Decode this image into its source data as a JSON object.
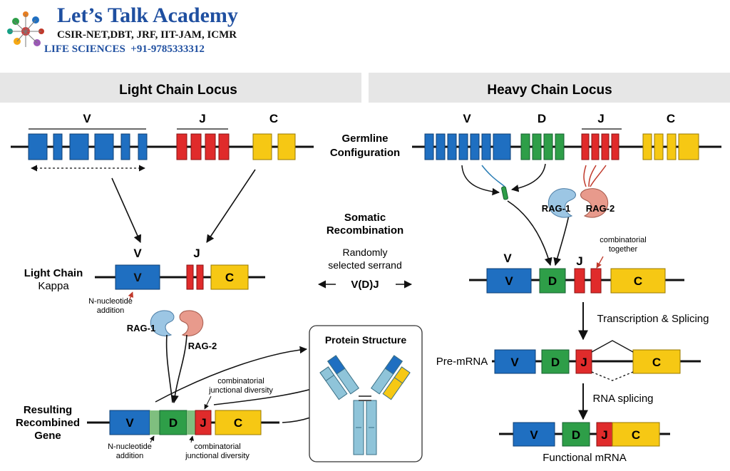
{
  "header": {
    "title": "Let’s Talk Academy",
    "subtitle": "CSIR-NET,DBT, JRF, IIT-JAM, ICMR",
    "tagline": "LIFE SCIENCES  +91-9785333312"
  },
  "panels": {
    "light": "Light Chain Locus",
    "heavy": "Heavy Chain Locus"
  },
  "light_germline": {
    "v": "V",
    "j": "J",
    "c": "C"
  },
  "heavy_germline": {
    "v": "V",
    "d": "D",
    "j": "J",
    "c": "C"
  },
  "center": {
    "germline_l1": "Germline",
    "germline_l2": "Configuration",
    "somatic_l1": "Somatic",
    "somatic_l2": "Recombination",
    "random_l1": "Randomly",
    "random_l2": "selected serrand",
    "vdj": "V(D)J"
  },
  "light_kappa": {
    "label_l1": "Light Chain",
    "label_l2": "Kappa",
    "v_top": "V",
    "j_top": "J",
    "v": "V",
    "c": "C",
    "n_nuc_l1": "N-nucleotide",
    "n_nuc_l2": "addition",
    "rag1": "RAG-1",
    "rag2": "RAG-2"
  },
  "recombined": {
    "label_l1": "Resulting",
    "label_l2": "Recombined",
    "label_l3": "Gene",
    "v": "V",
    "d": "D",
    "j": "J",
    "c": "C",
    "comb_l1": "combinatorial",
    "comb_l2": "junctional diversity",
    "n_nuc_l1": "N-nucleotide",
    "n_nuc_l2": "addition",
    "comb_bottom_l1": "combinatorial",
    "comb_bottom_l2": "junctional diversity"
  },
  "protein": {
    "title": "Protein Structure"
  },
  "heavy_recomb": {
    "rag1": "RAG-1",
    "rag2": "RAG-2",
    "v_top": "V",
    "j_top": "J",
    "comb_l1": "combinatorial",
    "comb_l2": "together",
    "v": "V",
    "d": "D",
    "c": "C",
    "transcription": "Transcription & Splicing"
  },
  "pre_mrna": {
    "label": "Pre-mRNA",
    "v": "V",
    "d": "D",
    "j": "J",
    "c": "C",
    "splicing": "RNA splicing"
  },
  "functional": {
    "v": "V",
    "d": "D",
    "j": "J",
    "c": "C",
    "label": "Functional mRNA"
  },
  "colors": {
    "v": "#1f6fc1",
    "d": "#2e9e48",
    "j": "#e02b2b",
    "c": "#f6c814",
    "panel_header": "#e6e6e6",
    "protein": "#8fc4d9"
  }
}
